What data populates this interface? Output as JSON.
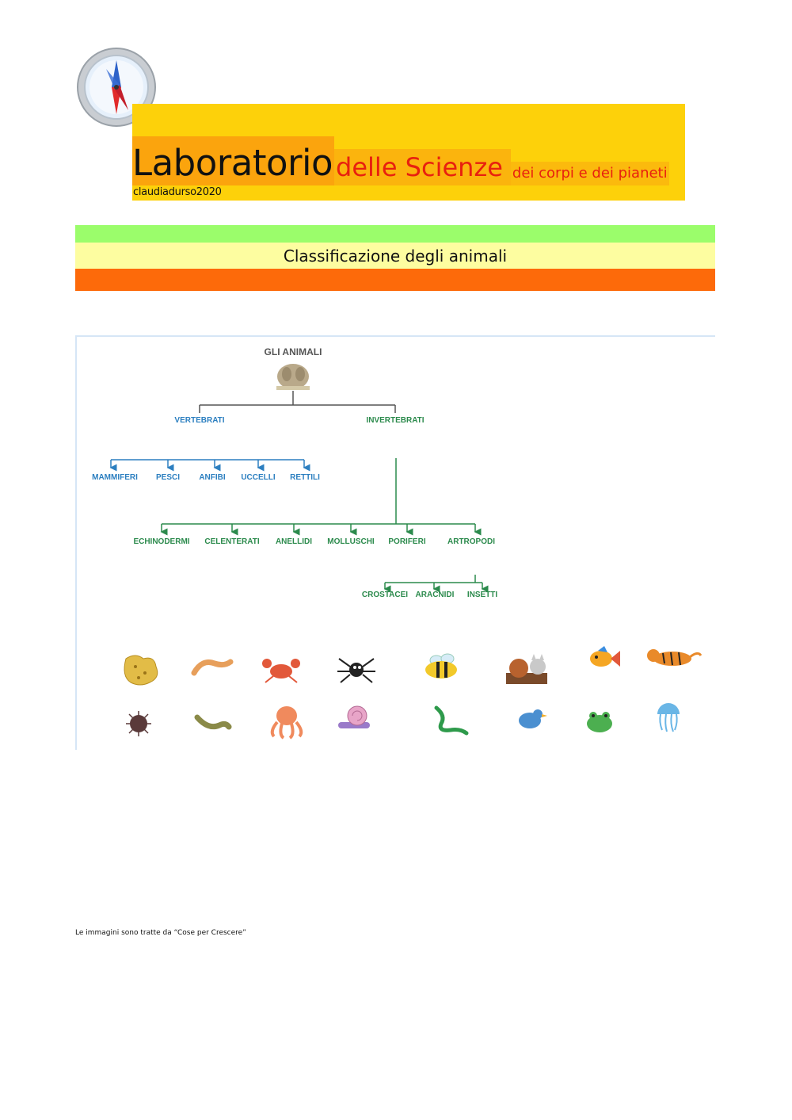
{
  "header": {
    "title_main": "Laboratorio",
    "title_mid": "delle Scienze",
    "title_end": "dei corpi e dei pianeti",
    "author": "claudiadurso2020",
    "logo_icon": "compass-icon"
  },
  "section_title": "Classificazione degli animali",
  "diagram": {
    "root": "GLI ANIMALI",
    "branches": [
      "VERTEBRATI",
      "INVERTEBRATI"
    ],
    "vertebrati": [
      "MAMMIFERI",
      "PESCI",
      "ANFIBI",
      "UCCELLI",
      "RETTILI"
    ],
    "invertebrati": [
      "ECHINODERMI",
      "CELENTERATI",
      "ANELLIDI",
      "MOLLUSCHI",
      "PORIFERI",
      "ARTROPODI"
    ],
    "artropodi": [
      "CROSTACEI",
      "ARACNIDI",
      "INSETTI"
    ],
    "animals_row1": [
      "sponge-icon",
      "worm-icon",
      "crab-icon",
      "spider-icon",
      "bee-icon",
      "dog-cat-icon",
      "fish-icon",
      "tiger-icon"
    ],
    "animals_row2": [
      "sea-urchin-icon",
      "caterpillar-worm-icon",
      "octopus-icon",
      "snail-icon",
      "snake-icon",
      "bird-icon",
      "frog-icon",
      "jellyfish-icon"
    ]
  },
  "credit": "Le immagini sono tratte da “Cose per Crescere”",
  "colors": {
    "banner": "#fdd10a",
    "bar_green": "#9bfd6b",
    "bar_yellow": "#fdfda0",
    "bar_orange": "#fd6a0a",
    "tree_green": "#2b8a4c",
    "tree_blue": "#2c7fc0"
  }
}
